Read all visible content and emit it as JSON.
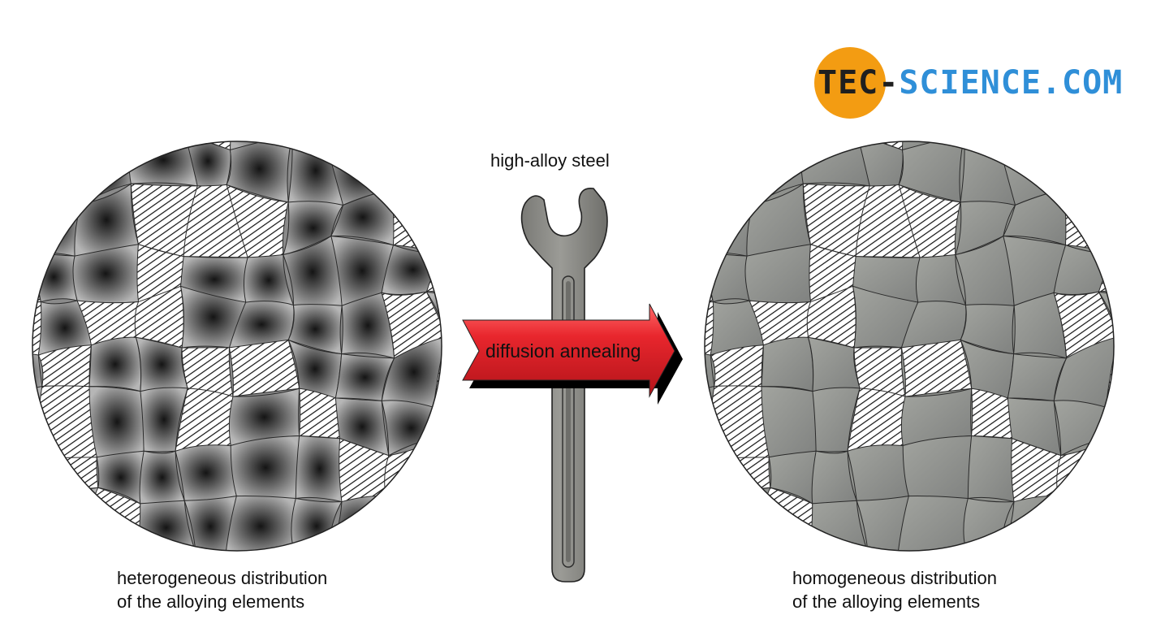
{
  "logo": {
    "part1": "TEC",
    "part2": "-",
    "part3": "SCIENCE",
    "part4": ".COM",
    "colors": {
      "dot": "#f39c12",
      "dark": "#1f1f1f",
      "blue": "#2f8fd8"
    }
  },
  "labels": {
    "center_top": "high-alloy steel",
    "arrow": "diffusion annealing",
    "left_line1": "heterogeneous distribution",
    "left_line2": "of the alloying elements",
    "right_line1": "homogeneous distribution",
    "right_line2": "of the alloying elements"
  },
  "icons": {
    "tool": "wrench-icon",
    "arrow": "arrow-right-icon",
    "left_micrograph": "heterogeneous-microstructure",
    "right_micrograph": "homogeneous-microstructure"
  },
  "colors": {
    "arrow_red": "#e8262d",
    "arrow_shadow": "#000000",
    "wrench_gray": "#8c8c88",
    "grain_gray": "#8f918d"
  }
}
